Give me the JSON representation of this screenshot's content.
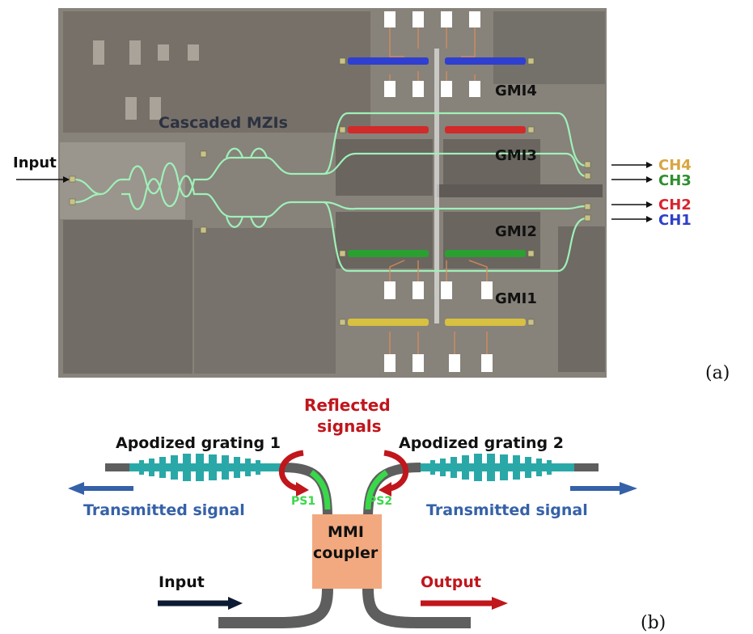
{
  "panel_a": {
    "tag": "(a)",
    "mzi_label": "Cascaded MZIs",
    "input_label": "Input",
    "gmi_labels": [
      "GMI4",
      "GMI3",
      "GMI2",
      "GMI1"
    ],
    "channels": [
      {
        "label": "CH4",
        "color": "#d8a640"
      },
      {
        "label": "CH3",
        "color": "#2f8f2f"
      },
      {
        "label": "CH2",
        "color": "#d9232e"
      },
      {
        "label": "CH1",
        "color": "#2f3fc8"
      }
    ],
    "grating_colors": {
      "gmi4": "#2f3fd0",
      "gmi3": "#d12a2a",
      "gmi2": "#2aa030",
      "gmi1": "#d8c040"
    },
    "chip_color": "#87827a",
    "waveguide_color": "#9ff0b8"
  },
  "panel_b": {
    "tag": "(b)",
    "reflected_label_1": "Reflected",
    "reflected_label_2": "signals",
    "grating1_label": "Apodized grating 1",
    "grating2_label": "Apodized grating 2",
    "transmitted_left": "Transmitted signal",
    "transmitted_right": "Transmitted signal",
    "ps1_label": "PS1",
    "ps2_label": "PS2",
    "mmi_label_1": "MMI",
    "mmi_label_2": "coupler",
    "input_label": "Input",
    "output_label": "Output",
    "colors": {
      "reflected": "#c0161c",
      "transmitted": "#3561a8",
      "grating": "#2aa8a8",
      "phase_shifter": "#39d84a",
      "mmi": "#f2a97f",
      "waveguide": "#5e5e5e",
      "input_arrow": "#0c1a33",
      "output": "#c0161c"
    }
  }
}
